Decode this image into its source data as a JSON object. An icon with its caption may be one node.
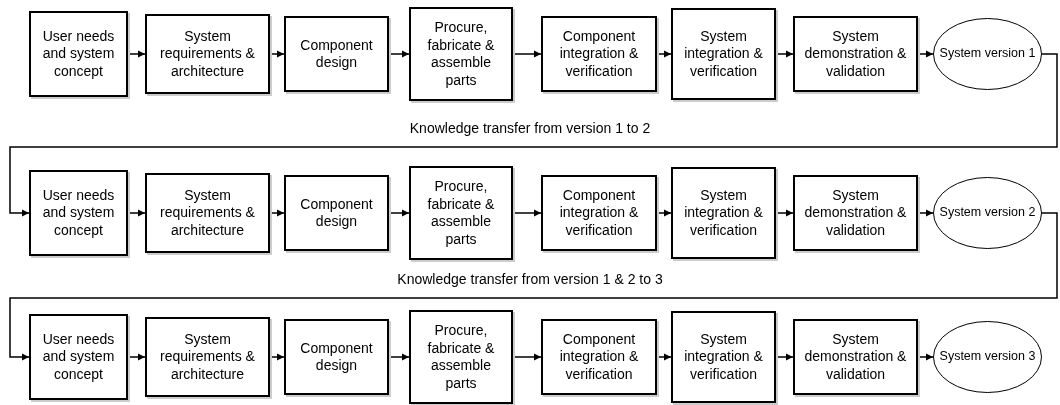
{
  "diagram": {
    "nodes": [
      {
        "text": [
          "User needs and system concept"
        ]
      },
      {
        "text": [
          "System requirements & architecture"
        ]
      },
      {
        "text": [
          "Component design"
        ]
      },
      {
        "text": [
          "Procure, fabricate & assemble parts"
        ]
      },
      {
        "text": [
          "Component integration & verification"
        ]
      },
      {
        "text": [
          "System integration & verification"
        ]
      },
      {
        "text": [
          "System demonstration & validation"
        ]
      },
      {
        "text": [
          "System version 1"
        ]
      },
      {
        "text": [
          "User needs and system concept"
        ]
      },
      {
        "text": [
          "System requirements & architecture"
        ]
      },
      {
        "text": [
          "Component design"
        ]
      },
      {
        "text": [
          "Procure, fabricate & assemble parts"
        ]
      },
      {
        "text": [
          "Component integration & verification"
        ]
      },
      {
        "text": [
          "System integration & verification"
        ]
      },
      {
        "text": [
          "System demonstration & validation"
        ]
      },
      {
        "text": [
          "System version 2"
        ]
      },
      {
        "text": [
          "User needs and system concept"
        ]
      },
      {
        "text": [
          "System requirements & architecture"
        ]
      },
      {
        "text": [
          "Component design"
        ]
      },
      {
        "text": [
          "Procure, fabricate & assemble parts"
        ]
      },
      {
        "text": [
          "Component integration & verification"
        ]
      },
      {
        "text": [
          "System integration & verification"
        ]
      },
      {
        "text": [
          "System demonstration & validation"
        ]
      },
      {
        "text": [
          "System version 3"
        ]
      }
    ],
    "edges": [
      {
        "from": 0,
        "to": 1,
        "arrow": "to"
      },
      {
        "from": 1,
        "to": 2,
        "arrow": "to"
      },
      {
        "from": 2,
        "to": 3,
        "arrow": "to"
      },
      {
        "from": 3,
        "to": 4,
        "arrow": "to"
      },
      {
        "from": 4,
        "to": 5,
        "arrow": "to"
      },
      {
        "from": 5,
        "to": 6,
        "arrow": "to"
      },
      {
        "from": 6,
        "to": 7,
        "arrow": "to"
      },
      {
        "from": 7,
        "to": 8,
        "arrow": "to",
        "label": "Knowledge transfer from version 1 to 2"
      },
      {
        "from": 8,
        "to": 9,
        "arrow": "to"
      },
      {
        "from": 9,
        "to": 10,
        "arrow": "to"
      },
      {
        "from": 10,
        "to": 11,
        "arrow": "to"
      },
      {
        "from": 11,
        "to": 12,
        "arrow": "to"
      },
      {
        "from": 12,
        "to": 13,
        "arrow": "to"
      },
      {
        "from": 13,
        "to": 14,
        "arrow": "to"
      },
      {
        "from": 14,
        "to": 15,
        "arrow": "to"
      },
      {
        "from": 15,
        "to": 16,
        "arrow": "to",
        "label": "Knowledge transfer from version 1 & 2 to 3"
      },
      {
        "from": 16,
        "to": 17,
        "arrow": "to"
      },
      {
        "from": 17,
        "to": 18,
        "arrow": "to"
      },
      {
        "from": 18,
        "to": 19,
        "arrow": "to"
      },
      {
        "from": 19,
        "to": 20,
        "arrow": "to"
      },
      {
        "from": 20,
        "to": 21,
        "arrow": "to"
      },
      {
        "from": 21,
        "to": 22,
        "arrow": "to"
      },
      {
        "from": 22,
        "to": 23,
        "arrow": "to"
      }
    ]
  }
}
